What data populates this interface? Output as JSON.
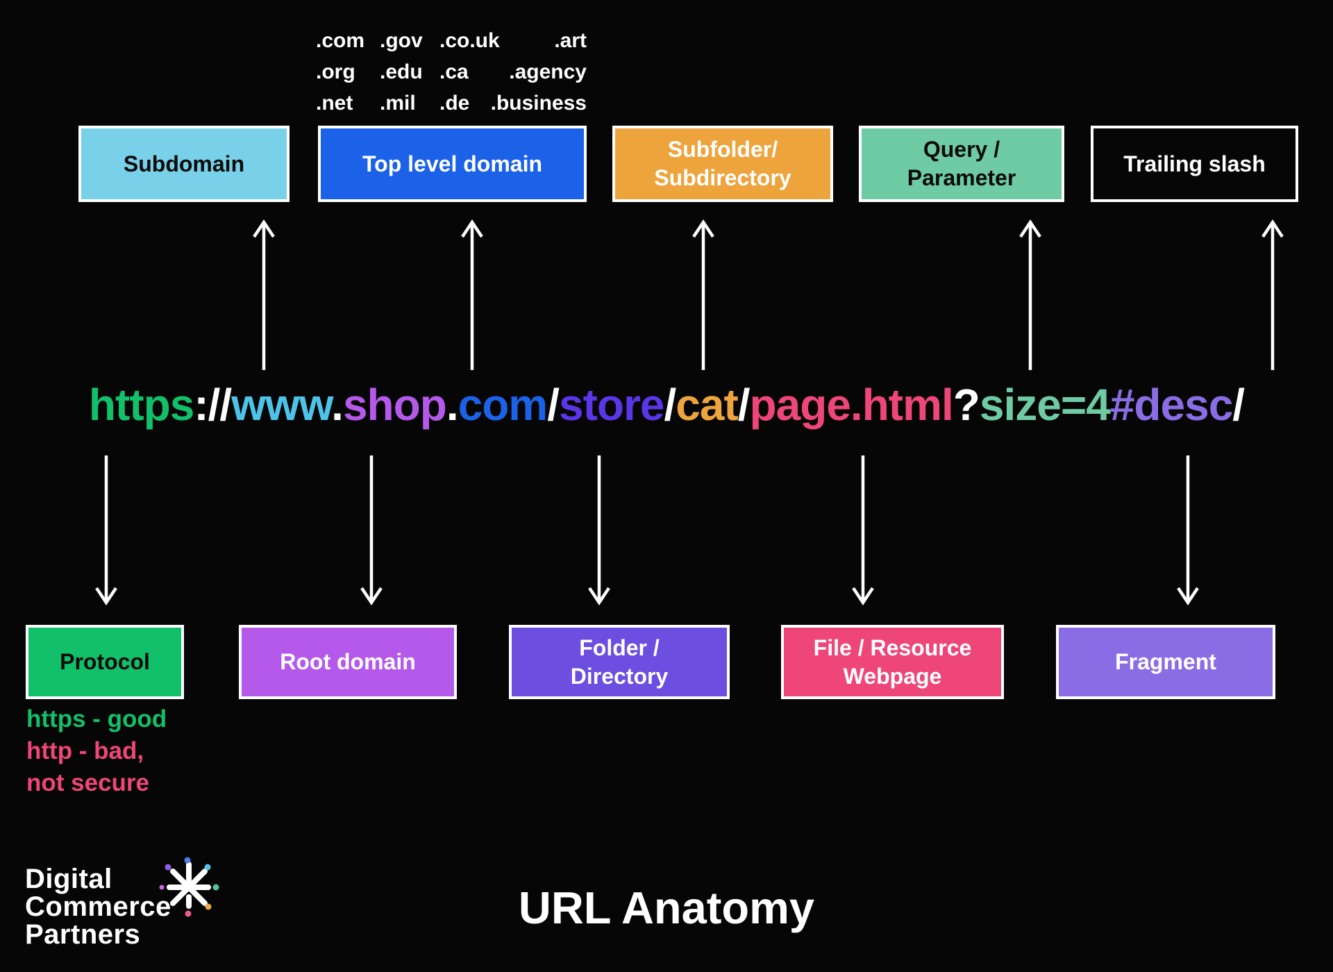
{
  "page": {
    "title": "URL Anatomy",
    "background": "#060606"
  },
  "tld_examples": {
    "rows": [
      [
        ".com",
        ".gov",
        ".co.uk",
        ".art"
      ],
      [
        ".org",
        ".edu",
        ".ca",
        ".agency"
      ],
      [
        ".net",
        ".mil",
        ".de",
        ".business"
      ]
    ]
  },
  "top_labels": [
    {
      "line1": "Subdomain",
      "bg": "#79D1E9",
      "fg": "#0B0B0B"
    },
    {
      "line1": "Top level domain",
      "bg": "#1B62E8",
      "fg": "#FFFFFF"
    },
    {
      "line1": "Subfolder/",
      "line2": "Subdirectory",
      "bg": "#EDA43C",
      "fg": "#FFFFFF"
    },
    {
      "line1": "Query /",
      "line2": "Parameter",
      "bg": "#6FCBA4",
      "fg": "#0B0B0B"
    },
    {
      "line1": "Trailing slash",
      "bg": "#060606",
      "fg": "#FFFFFF"
    }
  ],
  "url": {
    "full": "https://www.shop.com/store/cat/page.html?size=4#desc/",
    "segments": [
      {
        "text": "https",
        "color": "#12C06A"
      },
      {
        "text": "://",
        "color": "#FFFFFF"
      },
      {
        "text": "www",
        "color": "#4EC3E8"
      },
      {
        "text": ".",
        "color": "#FFFFFF"
      },
      {
        "text": "shop",
        "color": "#B459E9"
      },
      {
        "text": ".",
        "color": "#FFFFFF"
      },
      {
        "text": "com",
        "color": "#1B62E8"
      },
      {
        "text": "/",
        "color": "#FFFFFF"
      },
      {
        "text": "store",
        "color": "#5B35E8"
      },
      {
        "text": "/",
        "color": "#FFFFFF"
      },
      {
        "text": "cat",
        "color": "#EDA43C"
      },
      {
        "text": "/",
        "color": "#FFFFFF"
      },
      {
        "text": "page.html",
        "color": "#EE4679"
      },
      {
        "text": "?",
        "color": "#FFFFFF"
      },
      {
        "text": "size=4",
        "color": "#6FCBA4"
      },
      {
        "text": "#desc",
        "color": "#8A6DE4"
      },
      {
        "text": "/",
        "color": "#FFFFFF"
      }
    ]
  },
  "bottom_labels": [
    {
      "line1": "Protocol",
      "bg": "#12C06A",
      "fg": "#0B0B0B"
    },
    {
      "line1": "Root domain",
      "bg": "#B459E9",
      "fg": "#FFFFFF"
    },
    {
      "line1": "Folder /",
      "line2": "Directory",
      "bg": "#6C4EE0",
      "fg": "#FFFFFF"
    },
    {
      "line1": "File / Resource",
      "line2": "Webpage",
      "bg": "#EE4679",
      "fg": "#FFFFFF"
    },
    {
      "line1": "Fragment",
      "bg": "#8A6DE4",
      "fg": "#FFFFFF"
    }
  ],
  "protocol_note": {
    "lines": [
      {
        "text": "https - good",
        "color": "#12C06A"
      },
      {
        "text": "http - bad,",
        "color": "#EE4679"
      },
      {
        "text": "not secure",
        "color": "#EE4679"
      }
    ]
  },
  "logo": {
    "lines": [
      "Digital",
      "Commerce",
      "Partners"
    ],
    "dot_colors": [
      "#4A7FE8",
      "#56C5E8",
      "#52C796",
      "#F0A848",
      "#ED5B88",
      "#C466E8",
      "#8B5FE8"
    ]
  }
}
